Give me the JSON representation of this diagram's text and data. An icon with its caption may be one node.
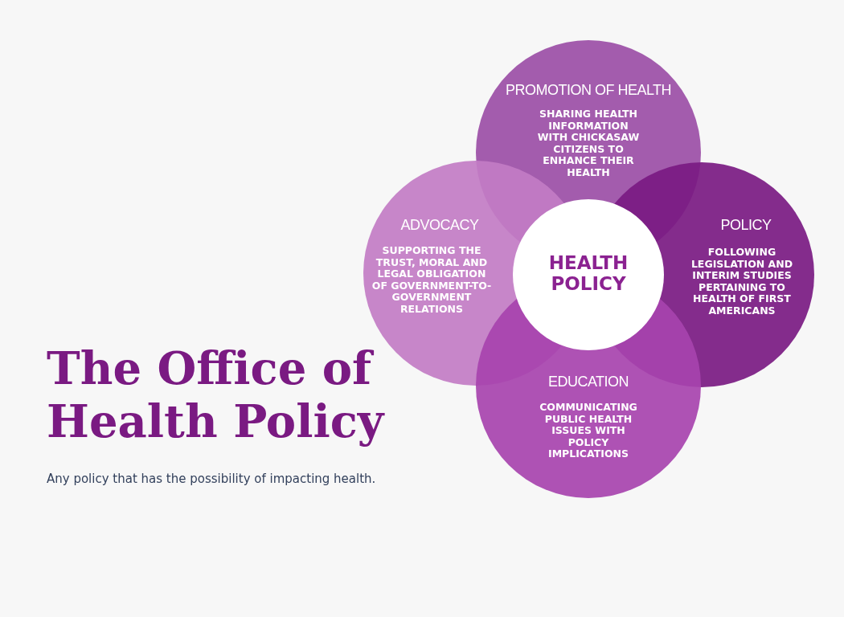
{
  "diagram": {
    "title": "The Office of Health Policy",
    "caption": "Any policy that has the possibility of impacting health.",
    "nodes": [
      {
        "text": [
          "PROMOTION OF HEALTH",
          "SHARING HEALTH INFORMATION WITH CHICKASAW CITIZENS TO ENHANCE THEIR HEALTH"
        ]
      },
      {
        "text": [
          "ADVOCACY",
          "SUPPORTING THE TRUST, MORAL AND LEGAL OBLIGATION OF GOVERNMENT-TO-GOVERNMENT RELATIONS"
        ]
      },
      {
        "text": [
          "HEALTH POLICY"
        ]
      },
      {
        "text": [
          "POLICY",
          "FOLLOWING LEGISLATION AND INTERIM STUDIES PERTAINING TO HEALTH OF FIRST AMERICANS"
        ]
      },
      {
        "text": [
          "EDUCATION",
          "COMMUNICATING PUBLIC HEALTH ISSUES WITH POLICY IMPLICATIONS"
        ]
      }
    ],
    "edges": []
  }
}
